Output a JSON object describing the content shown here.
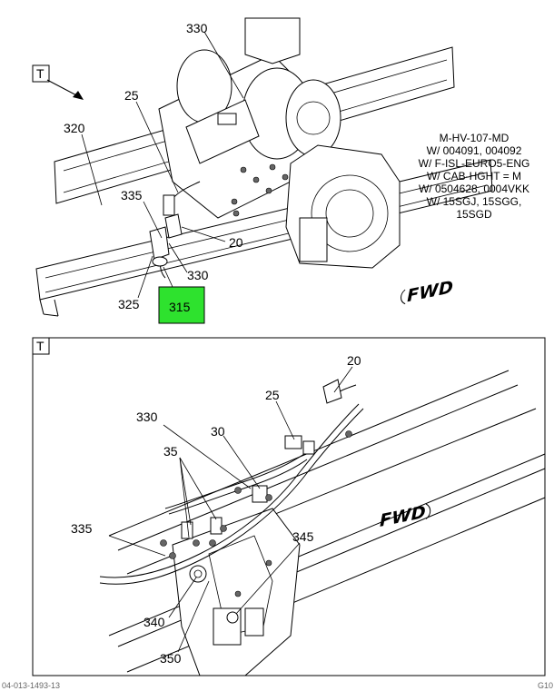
{
  "top_view": {
    "view_tag": "T",
    "callouts": {
      "c330": "330",
      "c25": "25",
      "c320": "320",
      "c335": "335",
      "c20": "20",
      "c330b": "330",
      "c325": "325",
      "c315": "315"
    },
    "notes": [
      "M-HV-107-MD",
      "W/ 004091, 004092",
      "W/ F-ISL-EURO5-ENG",
      "W/ CAB-HGHT = M",
      "W/ 0504628, 0004VKK",
      "W/ 15SGJ, 15SGG,",
      "15SGD"
    ],
    "fwd": "FWD",
    "highlight_color": "#2ee22e"
  },
  "detail_view": {
    "view_tag": "T",
    "callouts": {
      "c20": "20",
      "c25": "25",
      "c330": "330",
      "c30": "30",
      "c35": "35",
      "c335": "335",
      "c345": "345",
      "c340": "340",
      "c350": "350"
    },
    "fwd": "FWD"
  },
  "footer": {
    "left": "04-013-1493-13",
    "right": "G10"
  }
}
